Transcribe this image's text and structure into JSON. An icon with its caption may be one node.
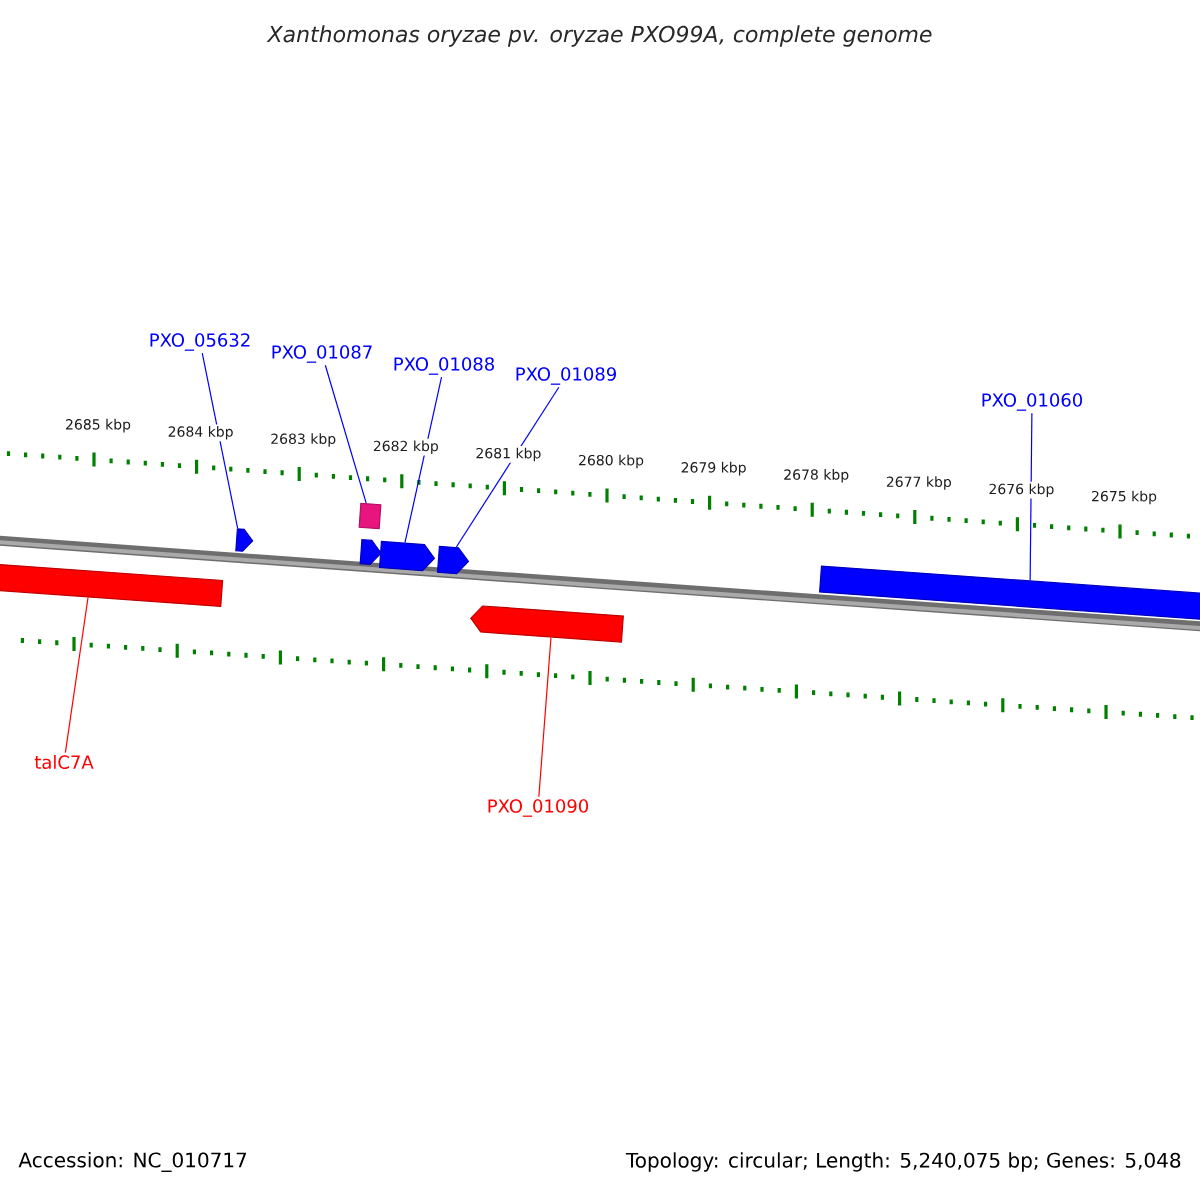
{
  "diagram": {
    "title": "Xanthomonas oryzae pv. oryzae PXO99A, complete genome",
    "nodes": [
      {
        "text": [
          "PXO_05632"
        ]
      },
      {
        "text": [
          "PXO_01087"
        ]
      },
      {
        "text": [
          "PXO_01088"
        ]
      },
      {
        "text": [
          "PXO_01089"
        ]
      },
      {
        "text": [
          "PXO_01060"
        ]
      },
      {
        "text": [
          "talC7A"
        ]
      },
      {
        "text": [
          "PXO_01090"
        ]
      },
      {
        "text": [],
        "shape": "bar"
      },
      {
        "text": [],
        "shape": "arrow"
      },
      {
        "text": [],
        "shape": "box"
      },
      {
        "text": [],
        "shape": "arrow"
      },
      {
        "text": [],
        "shape": "arrow"
      },
      {
        "text": [],
        "shape": "arrow"
      },
      {
        "text": [],
        "shape": "arrow"
      },
      {
        "text": [],
        "shape": "bar"
      }
    ],
    "edges": [
      {
        "from": 0,
        "to": 8,
        "arrow": "none"
      },
      {
        "from": 1,
        "to": 9,
        "arrow": "none"
      },
      {
        "from": 2,
        "to": 11,
        "arrow": "none"
      },
      {
        "from": 3,
        "to": 12,
        "arrow": "none"
      },
      {
        "from": 4,
        "to": 14,
        "arrow": "none"
      },
      {
        "from": 5,
        "to": 7,
        "arrow": "none",
        "color": "#ff0000"
      },
      {
        "from": 6,
        "to": 13,
        "arrow": "none",
        "color": "#ff0000"
      }
    ],
    "labels": [
      "2685 kbp",
      "2684 kbp",
      "2683 kbp",
      "2682 kbp",
      "2681 kbp",
      "2680 kbp",
      "2679 kbp",
      "2678 kbp",
      "2677 kbp",
      "2676 kbp",
      "2675 kbp",
      "Accession: NC_010717",
      "Topology: circular; Length: 5,240,075 bp; Genes: 5,048"
    ]
  }
}
